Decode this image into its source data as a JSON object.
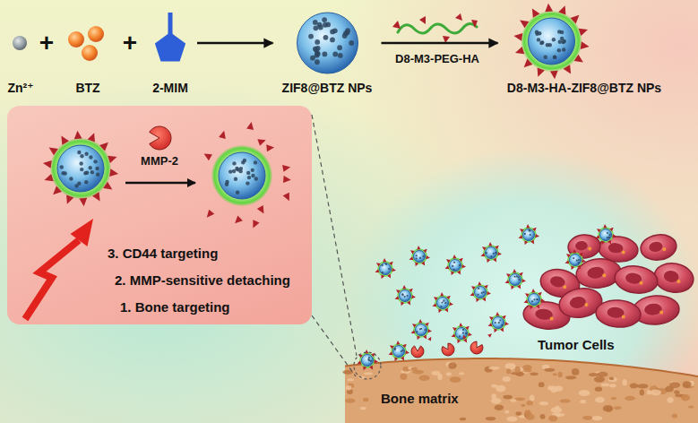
{
  "diagram": {
    "nodes": [
      {
        "text": [
          "Zn²⁺"
        ]
      },
      {
        "text": [
          "BTZ"
        ]
      },
      {
        "text": [
          "2-MIM"
        ]
      },
      {
        "text": [
          "ZIF8@BTZ NPs"
        ]
      },
      {
        "text": [
          "D8-M3-HA-ZIF8@BTZ NPs"
        ]
      },
      {
        "text": [
          "3. CD44 targeting",
          "2. MMP-sensitive detaching",
          "1. Bone targeting"
        ]
      },
      {
        "text": [
          "Tumor Cells",
          "Bone matrix"
        ]
      }
    ],
    "edges": [
      {
        "from": 2,
        "to": 3,
        "arrow": "to"
      },
      {
        "from": 3,
        "to": 4,
        "arrow": "to"
      }
    ],
    "labels": [
      "+",
      "+",
      "D8-M3-PEG-HA",
      "MMP-2"
    ]
  }
}
